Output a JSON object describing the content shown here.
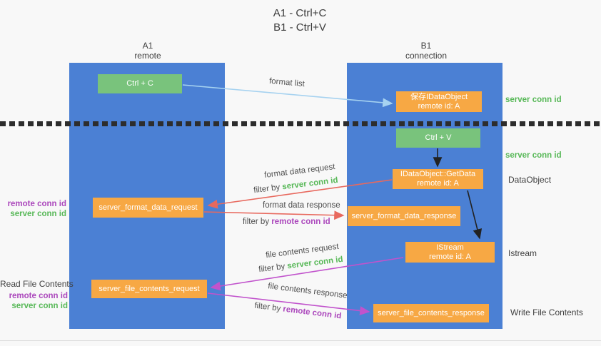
{
  "title": {
    "line1": "A1 - Ctrl+C",
    "line2": "B1 - Ctrl+V"
  },
  "columns": {
    "a1": {
      "name": "A1",
      "subtitle": "remote"
    },
    "b1": {
      "name": "B1",
      "subtitle": "connection"
    }
  },
  "nodes": {
    "ctrl_c": "Ctrl + C",
    "ctrl_v": "Ctrl + V",
    "save_dataobject": {
      "line1": "保存IDataObject",
      "line2": "remote id: A"
    },
    "getdata": {
      "line1": "IDataObject::GetData",
      "line2": "remote id: A"
    },
    "istream": {
      "line1": "IStream",
      "line2": "remote id: A"
    },
    "format_request": "server_format_data_request",
    "format_response": "server_format_data_response",
    "file_request": "server_file_contents_request",
    "file_response": "server_file_contents_response"
  },
  "arrow_labels": {
    "format_list": "format list",
    "format_data_request": "format data request",
    "format_data_response": "format data response",
    "file_contents_request": "file contents request",
    "file_contents_response": "file contents response",
    "filter_by": "filter by ",
    "server_conn_id": "server conn id",
    "remote_conn_id": "remote conn id"
  },
  "side_labels": {
    "server_conn_id_top": "server conn id",
    "server_conn_id_mid": "server conn id",
    "dataobject": "DataObject",
    "istream": "Istream",
    "write_file_contents": "Write File Contents",
    "read_file_contents": "Read File Contents",
    "remote_conn_id_1": "remote conn id",
    "server_conn_id_1": "server conn id",
    "remote_conn_id_2": "remote conn id",
    "server_conn_id_2": "server conn id"
  },
  "colors": {
    "column_blue": "#4b80d4",
    "node_orange": "#f7a844",
    "node_green": "#79c37c",
    "text_green": "#57b857",
    "text_purple": "#ab47bc",
    "arrow_red": "#e8695e",
    "arrow_magenta": "#c153cc",
    "arrow_lightblue": "#a6d2f0",
    "arrow_black": "#222222",
    "background": "#f8f8f8"
  }
}
